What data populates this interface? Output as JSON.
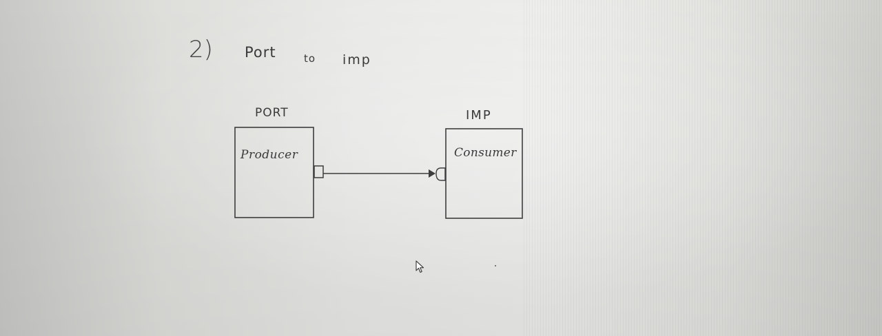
{
  "heading": {
    "number": "2)",
    "words": [
      "Port",
      "to",
      "imp"
    ]
  },
  "boxes": {
    "left": {
      "title": "PORT",
      "label": "Producer"
    },
    "right": {
      "title": "IMP",
      "label": "Consumer"
    }
  },
  "colors": {
    "ink": "#3a3a3a",
    "paper": "#e8e8e6"
  },
  "icons": {
    "cursor": "mouse-pointer-icon"
  }
}
